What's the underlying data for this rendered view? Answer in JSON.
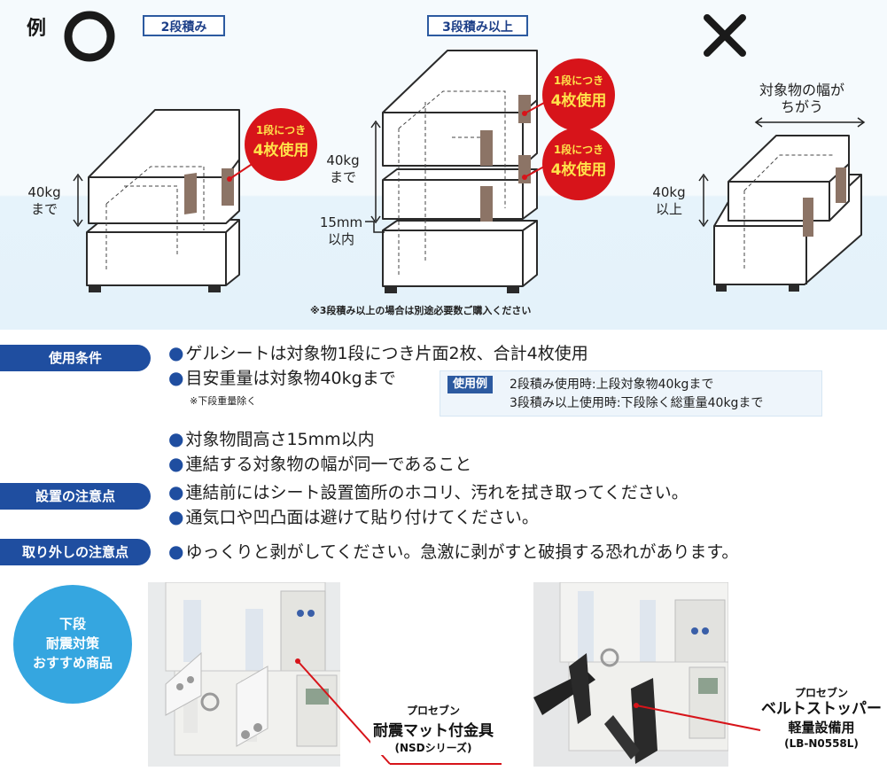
{
  "top": {
    "example_label": "例",
    "ok_mark": "○",
    "ng_mark": "✕",
    "tag_2dan": "2段積み",
    "tag_3dan": "3段積み以上",
    "badge_line1": "1段につき",
    "badge_line2": "4枚使用",
    "weight_left": [
      "40kg",
      "まで"
    ],
    "weight_mid": [
      "40kg",
      "まで"
    ],
    "gap_mid": [
      "15mm",
      "以内"
    ],
    "ng_width": [
      "対象物の幅が",
      "ちがう"
    ],
    "weight_right": [
      "40kg",
      "以上"
    ],
    "note_3dan": "※3段積み以上の場合は別途必要数ご購入ください"
  },
  "conditions": {
    "heading": "使用条件",
    "lines": [
      "ゲルシートは対象物1段につき片面2枚、合計4枚使用",
      "目安重量は対象物40kgまで",
      "対象物間高さ15mm以内",
      "連結する対象物の幅が同一であること"
    ],
    "weight_note": "※下段重量除く",
    "example": {
      "tag": "使用例",
      "line1": "2段積み使用時:上段対象物40kgまで",
      "line2": "3段積み以上使用時:下段除く総重量40kgまで"
    }
  },
  "install": {
    "heading": "設置の注意点",
    "lines": [
      "連結前にはシート設置箇所のホコリ、汚れを拭き取ってください。",
      "通気口や凹凸面は避けて貼り付けてください。"
    ]
  },
  "removal": {
    "heading": "取り外しの注意点",
    "lines": [
      "ゆっくりと剥がしてください。急激に剥がすと破損する恐れがあります。"
    ]
  },
  "recommend": {
    "lines": [
      "下段",
      "耐震対策",
      "おすすめ商品"
    ]
  },
  "products": [
    {
      "brand": "プロセブン",
      "name": "耐震マット付金具",
      "model": "(NSDシリーズ)"
    },
    {
      "brand": "プロセブン",
      "name": "ベルトストッパー",
      "name2": "軽量設備用",
      "model": "(LB-N0558L)"
    }
  ],
  "colors": {
    "navy": "#1f4ea0",
    "red_badge": "#d7141a",
    "badge_text": "#ffe24a",
    "reco_blue": "#35a6e0",
    "pad_brown": "#8c7466"
  }
}
